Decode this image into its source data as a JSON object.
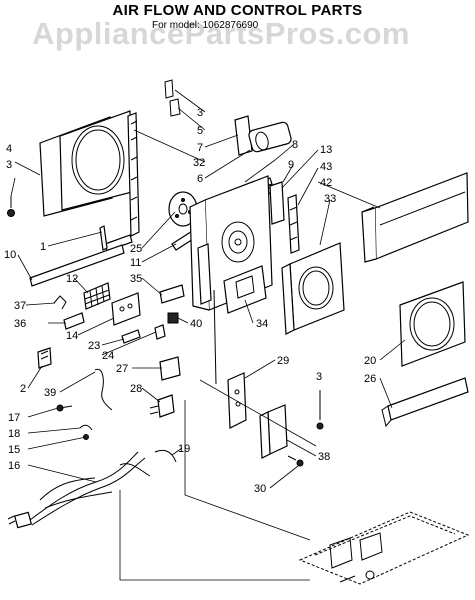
{
  "header": {
    "title": "AIR FLOW AND CONTROL PARTS",
    "subtitle": "For model: 1062876690",
    "watermark": "AppliancePartsPros.com"
  },
  "callouts": {
    "c3a": "3",
    "c5": "5",
    "c7": "7",
    "c32": "32",
    "c6": "6",
    "c8": "8",
    "c4": "4",
    "c3b": "3",
    "c9": "9",
    "c13": "13",
    "c43": "43",
    "c42": "42",
    "c33": "33",
    "c1": "1",
    "c25": "25",
    "c11": "11",
    "c10": "10",
    "c12": "12",
    "c35": "35",
    "c37": "37",
    "c36": "36",
    "c14": "14",
    "c40": "40",
    "c34": "34",
    "c23": "23",
    "c24": "24",
    "c2": "2",
    "c27": "27",
    "c29": "29",
    "c3c": "3",
    "c39": "39",
    "c28": "28",
    "c17": "17",
    "c18": "18",
    "c15": "15",
    "c16": "16",
    "c19": "19",
    "c38": "38",
    "c30": "30",
    "c20": "20",
    "c26": "26"
  }
}
